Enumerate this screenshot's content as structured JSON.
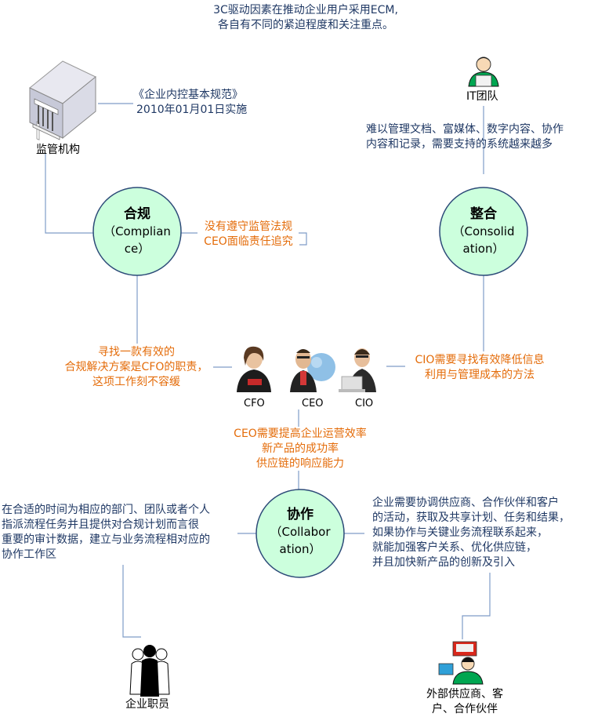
{
  "header": {
    "line1": "3C驱动因素在推动企业用户采用ECM,",
    "line2": "各自有不同的紧迫程度和关注重点。"
  },
  "regulator": {
    "label": "监管机构",
    "note_line1": "《企业内控基本规范》",
    "note_line2": "2010年01月01日实施"
  },
  "it_team": {
    "label": "IT团队",
    "note_line1": "难以管理文档、富媒体、数字内容、协作",
    "note_line2": "内容和记录，需要支持的系统越来越多"
  },
  "compliance": {
    "title": "合规",
    "line2": "（Complian",
    "line3": "ce）",
    "note_line1": "没有遵守监管法规",
    "note_line2": "CEO面临责任追究"
  },
  "consolidation": {
    "title": "整合",
    "line2": "（Consolid",
    "line3": "ation）"
  },
  "collaboration": {
    "title": "协作",
    "line2": "（Collabor",
    "line3": "ation）"
  },
  "cfo_note": {
    "line1": "寻找一款有效的",
    "line2": "合规解决方案是CFO的职责，",
    "line3": "这项工作刻不容缓"
  },
  "cio_note": {
    "line1": "CIO需要寻找有效降低信息",
    "line2": "利用与管理成本的方法"
  },
  "executives": {
    "cfo": "CFO",
    "ceo": "CEO",
    "cio": "CIO"
  },
  "ceo_note": {
    "line1": "CEO需要提高企业运营效率",
    "line2": "新产品的成功率",
    "line3": "供应链的响应能力"
  },
  "employee_note": {
    "line1": "在合适的时间为相应的部门、团队或者个人",
    "line2": "指派流程任务并且提供对合规计划而言很",
    "line3": "重要的审计数据，建立与业务流程相对应的",
    "line4": "协作工作区"
  },
  "partner_note": {
    "line1": "企业需要协调供应商、合作伙伴和客户",
    "line2": "的活动，获取及共享计划、任务和结果，",
    "line3": "如果协作与关键业务流程联系起来，",
    "line4": "就能加强客户关系、优化供应链，",
    "line5": "并且加快新产品的创新及引入"
  },
  "employees": {
    "label": "企业职员"
  },
  "partners": {
    "label_line1": "外部供应商、客",
    "label_line2": "户、合作伙伴"
  },
  "colors": {
    "circle_fill": "#ccffdd",
    "circle_stroke": "#2c4a78",
    "connector": "#7f9cc8",
    "navy_text": "#1f3864",
    "orange_text": "#e46c0a",
    "person_green": "#00a651"
  }
}
